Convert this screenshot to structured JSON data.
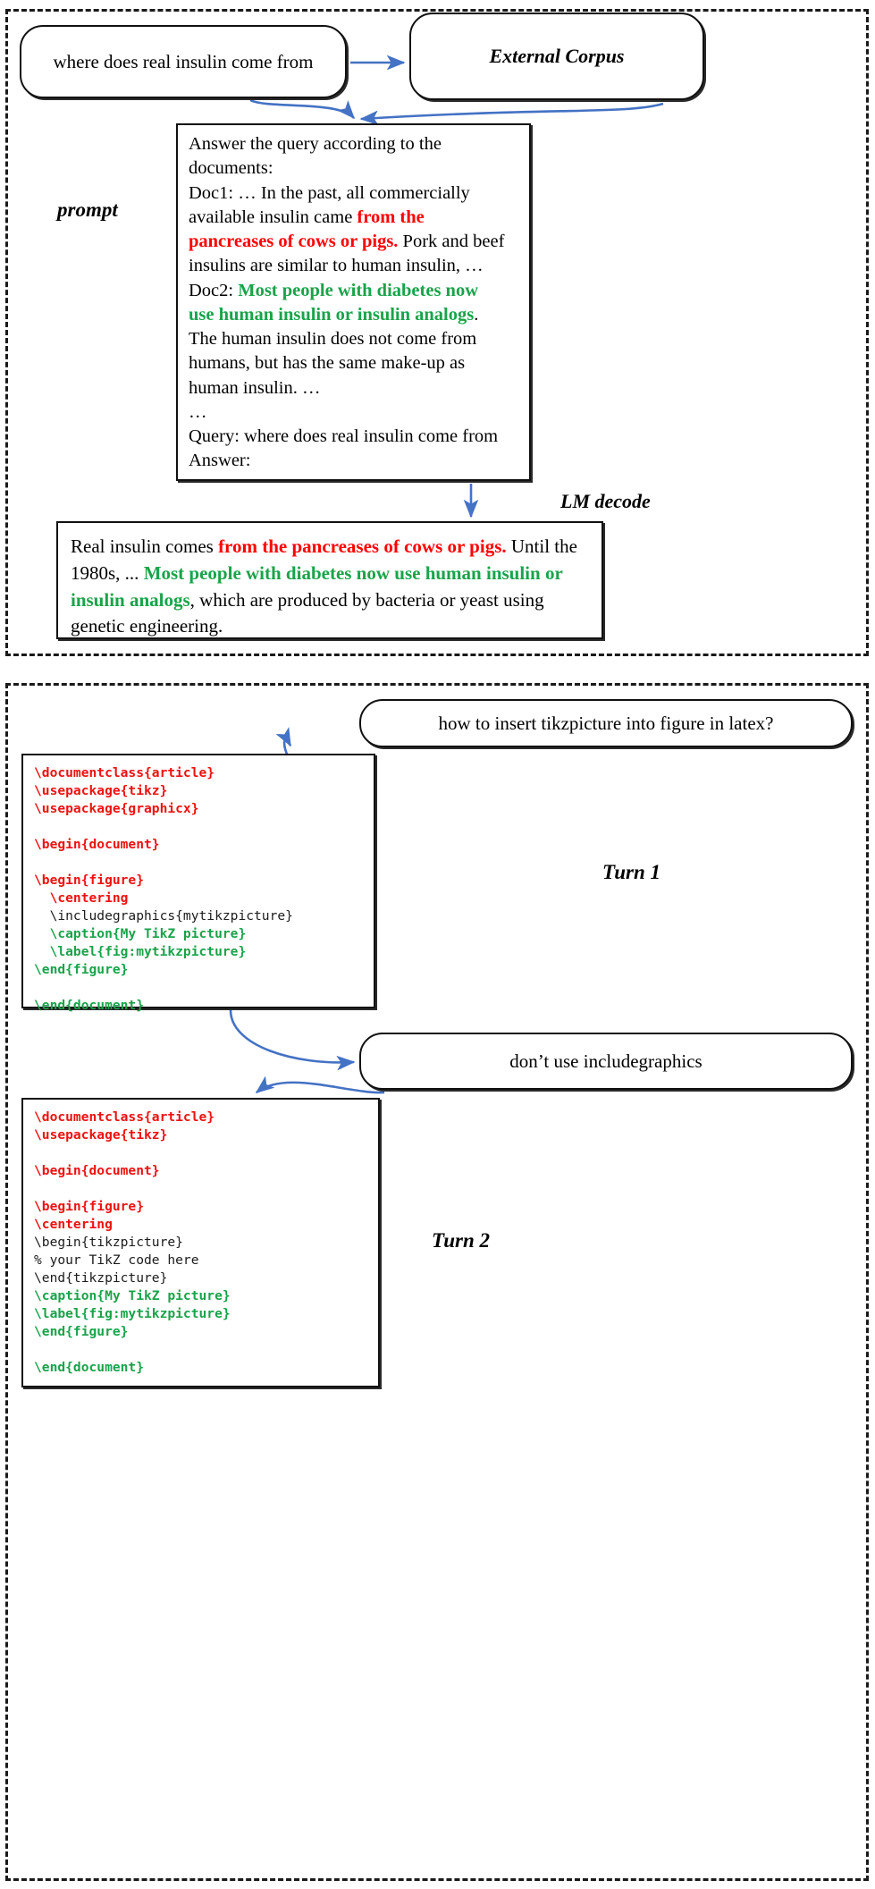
{
  "figure": {
    "panels": [
      {
        "id": "rag-single-turn",
        "nodes": {
          "query": "where does real insulin come from",
          "corpus": "External Corpus",
          "prompt_label": "prompt",
          "lm_decode_label": "LM decode"
        },
        "prompt_lines": [
          {
            "segments": [
              {
                "text": "Answer the query according to the",
                "style": "plain"
              }
            ]
          },
          {
            "segments": [
              {
                "text": "documents:",
                "style": "plain"
              }
            ]
          },
          {
            "segments": [
              {
                "text": "Doc1: … In the past, all commercially",
                "style": "plain"
              }
            ]
          },
          {
            "segments": [
              {
                "text": "available insulin came ",
                "style": "plain"
              },
              {
                "text": "from the",
                "style": "red"
              }
            ]
          },
          {
            "segments": [
              {
                "text": "pancreases of cows or pigs.",
                "style": "red"
              },
              {
                "text": " Pork and beef",
                "style": "plain"
              }
            ]
          },
          {
            "segments": [
              {
                "text": "insulins are similar to human insulin, …",
                "style": "plain"
              }
            ]
          },
          {
            "segments": [
              {
                "text": "Doc2: ",
                "style": "plain"
              },
              {
                "text": "Most people with diabetes now",
                "style": "green"
              }
            ]
          },
          {
            "segments": [
              {
                "text": "use human insulin or insulin analogs",
                "style": "green"
              },
              {
                "text": ".",
                "style": "plain"
              }
            ]
          },
          {
            "segments": [
              {
                "text": "The human insulin does not come from",
                "style": "plain"
              }
            ]
          },
          {
            "segments": [
              {
                "text": "humans, but has the same make-up as",
                "style": "plain"
              }
            ]
          },
          {
            "segments": [
              {
                "text": "human insulin. …",
                "style": "plain"
              }
            ]
          },
          {
            "segments": [
              {
                "text": "…",
                "style": "plain"
              }
            ]
          },
          {
            "segments": [
              {
                "text": "Query: where does real insulin come from",
                "style": "plain"
              }
            ]
          },
          {
            "segments": [
              {
                "text": "Answer:",
                "style": "plain"
              }
            ]
          }
        ],
        "answer_segments": [
          {
            "text": "Real insulin comes ",
            "style": "plain"
          },
          {
            "text": "from the pancreases of cows or pigs.",
            "style": "red"
          },
          {
            "text": " Until the 1980s, ... ",
            "style": "plain"
          },
          {
            "text": "Most people with diabetes now use human insulin or insulin analogs",
            "style": "green"
          },
          {
            "text": ", which are produced by bacteria or yeast using genetic engineering.",
            "style": "plain"
          }
        ]
      },
      {
        "id": "multi-turn-code",
        "nodes": {
          "turn1_question": "how to insert tikzpicture into figure in latex?",
          "turn1_label": "Turn 1",
          "turn2_question": "don’t use includegraphics",
          "turn2_label": "Turn 2"
        },
        "turn1_code": [
          {
            "segments": [
              {
                "text": "\\documentclass{article}",
                "style": "red"
              }
            ]
          },
          {
            "segments": [
              {
                "text": "\\usepackage{tikz}",
                "style": "red"
              }
            ]
          },
          {
            "segments": [
              {
                "text": "\\usepackage{graphicx}",
                "style": "red"
              }
            ]
          },
          {
            "segments": [
              {
                "text": " ",
                "style": "blk"
              }
            ]
          },
          {
            "segments": [
              {
                "text": "\\begin{document}",
                "style": "red"
              }
            ]
          },
          {
            "segments": [
              {
                "text": " ",
                "style": "blk"
              }
            ]
          },
          {
            "segments": [
              {
                "text": "\\begin{figure}",
                "style": "red"
              }
            ]
          },
          {
            "segments": [
              {
                "text": "  \\centering",
                "style": "red"
              }
            ]
          },
          {
            "segments": [
              {
                "text": "  \\includegraphics{mytikzpicture}",
                "style": "blk"
              }
            ]
          },
          {
            "segments": [
              {
                "text": "  \\caption{My TikZ picture}",
                "style": "green"
              }
            ]
          },
          {
            "segments": [
              {
                "text": "  \\label{fig:mytikzpicture}",
                "style": "green"
              }
            ]
          },
          {
            "segments": [
              {
                "text": "\\end{figure}",
                "style": "green"
              }
            ]
          },
          {
            "segments": [
              {
                "text": " ",
                "style": "blk"
              }
            ]
          },
          {
            "segments": [
              {
                "text": "\\end{document}",
                "style": "green"
              }
            ]
          }
        ],
        "turn2_code": [
          {
            "segments": [
              {
                "text": "\\documentclass{article}",
                "style": "red"
              }
            ]
          },
          {
            "segments": [
              {
                "text": "\\usepackage{tikz}",
                "style": "red"
              }
            ]
          },
          {
            "segments": [
              {
                "text": " ",
                "style": "blk"
              }
            ]
          },
          {
            "segments": [
              {
                "text": "\\begin{document}",
                "style": "red"
              }
            ]
          },
          {
            "segments": [
              {
                "text": " ",
                "style": "blk"
              }
            ]
          },
          {
            "segments": [
              {
                "text": "\\begin{figure}",
                "style": "red"
              }
            ]
          },
          {
            "segments": [
              {
                "text": "\\centering",
                "style": "red"
              }
            ]
          },
          {
            "segments": [
              {
                "text": "\\begin{tikzpicture}",
                "style": "blk"
              }
            ]
          },
          {
            "segments": [
              {
                "text": "% your TikZ code here",
                "style": "blk"
              }
            ]
          },
          {
            "segments": [
              {
                "text": "\\end{tikzpicture}",
                "style": "blk"
              }
            ]
          },
          {
            "segments": [
              {
                "text": "\\caption{My TikZ picture}",
                "style": "green"
              }
            ]
          },
          {
            "segments": [
              {
                "text": "\\label{fig:mytikzpicture}",
                "style": "green"
              }
            ]
          },
          {
            "segments": [
              {
                "text": "\\end{figure}",
                "style": "green"
              }
            ]
          },
          {
            "segments": [
              {
                "text": " ",
                "style": "blk"
              }
            ]
          },
          {
            "segments": [
              {
                "text": "\\end{document}",
                "style": "green"
              }
            ]
          }
        ]
      }
    ],
    "colors": {
      "highlight_red": "#ff0000",
      "highlight_green": "#1aa34a",
      "arrow_blue": "#4472c4",
      "box_border": "#111111",
      "panel_border": "#1a1a1a"
    }
  }
}
